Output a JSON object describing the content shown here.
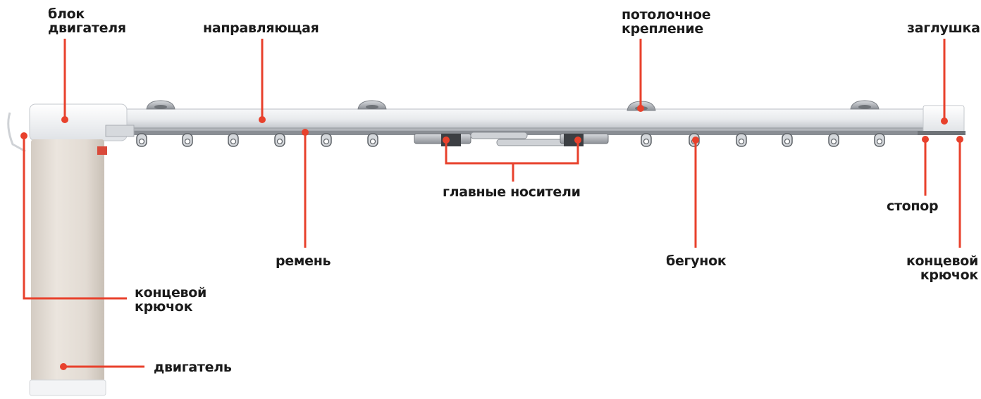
{
  "labels": {
    "motor_block": [
      "блок",
      "двигателя"
    ],
    "rail": "направляющая",
    "ceiling_mount": [
      "потолочное",
      "крепление"
    ],
    "end_cap": "заглушка",
    "main_carriers": "главные носители",
    "stopper": "стопор",
    "belt": "ремень",
    "runner": "бегунок",
    "end_hook_right": [
      "концевой",
      "крючок"
    ],
    "end_hook_left": [
      "концевой",
      "крючок"
    ],
    "motor": "двигатель"
  },
  "colors": {
    "leader": "#e8412c",
    "rail_light": "#f4f5f7",
    "rail_mid": "#dcdfe3",
    "rail_dark": "#a9adb3",
    "motor_body": "#e3dcd4",
    "motor_cap": "#f7f7f7"
  }
}
